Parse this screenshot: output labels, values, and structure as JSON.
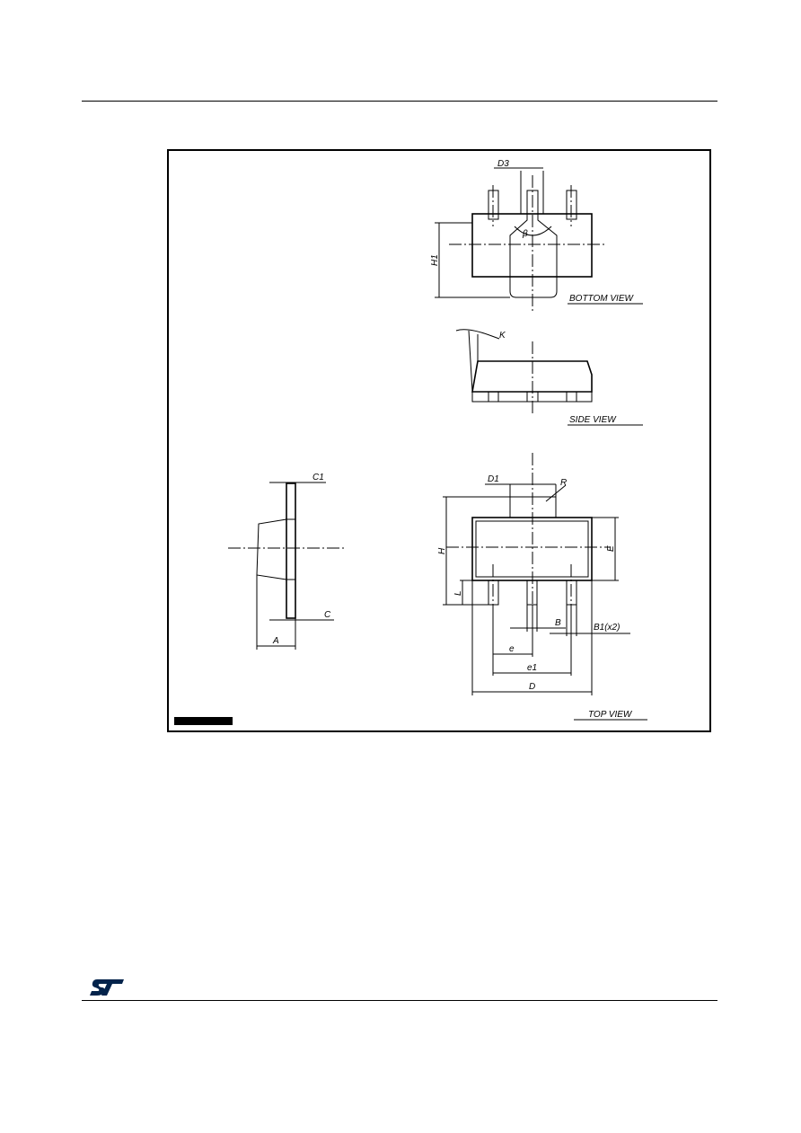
{
  "views": {
    "bottom": "BOTTOM VIEW",
    "side": "SIDE VIEW",
    "top": "TOP VIEW"
  },
  "dimensions": {
    "D3": "D3",
    "H1": "H1",
    "beta": "β",
    "K": "K",
    "D1": "D1",
    "R": "R",
    "H": "H",
    "E": "E",
    "L": "L",
    "B": "B",
    "B1": "B1(x2)",
    "e": "e",
    "e1": "e1",
    "D": "D",
    "C1": "C1",
    "C": "C",
    "A": "A"
  },
  "logo": {
    "text": "ST",
    "color": "#03234b"
  }
}
